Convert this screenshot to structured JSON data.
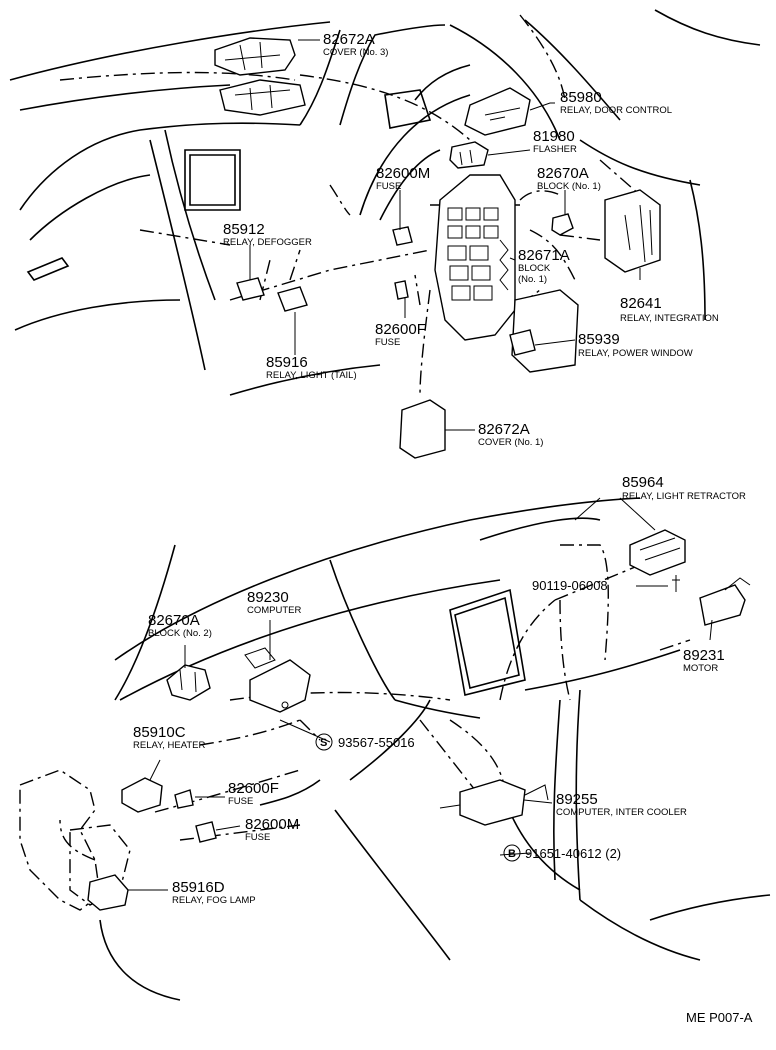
{
  "diagram_code": "ME P007-A",
  "parts": [
    {
      "id": "p1",
      "number": "82672A",
      "name": "COVER (No. 3)"
    },
    {
      "id": "p2",
      "number": "85980",
      "name": "RELAY, DOOR CONTROL"
    },
    {
      "id": "p3",
      "number": "81980",
      "name": "FLASHER"
    },
    {
      "id": "p4",
      "number": "82600M",
      "name": "FUSE"
    },
    {
      "id": "p5",
      "number": "82670A",
      "name": "BLOCK (No. 1)"
    },
    {
      "id": "p6",
      "number": "85912",
      "name": "RELAY, DEFOGGER"
    },
    {
      "id": "p7",
      "number": "82671A",
      "name": "BLOCK",
      "name2": "(No. 1)"
    },
    {
      "id": "p8",
      "number": "82641",
      "name": "RELAY, INTEGRATION"
    },
    {
      "id": "p9",
      "number": "82600F",
      "name": "FUSE"
    },
    {
      "id": "p10",
      "number": "85939",
      "name": "RELAY, POWER WINDOW"
    },
    {
      "id": "p11",
      "number": "85916",
      "name": "RELAY, LIGHT (TAIL)"
    },
    {
      "id": "p12",
      "number": "82672A",
      "name": "COVER (No. 1)"
    },
    {
      "id": "p13",
      "number": "85964",
      "name": "RELAY, LIGHT RETRACTOR"
    },
    {
      "id": "p14",
      "number": "89230",
      "name": "COMPUTER"
    },
    {
      "id": "p15",
      "number": "82670A",
      "name": "BLOCK (No. 2)"
    },
    {
      "id": "p16",
      "number": "90119-06008",
      "name": ""
    },
    {
      "id": "p17",
      "number": "89231",
      "name": "MOTOR"
    },
    {
      "id": "p18",
      "number": "85910C",
      "name": "RELAY, HEATER"
    },
    {
      "id": "p19",
      "number": "93567-55016",
      "name": "",
      "symbol": "S"
    },
    {
      "id": "p20",
      "number": "82600F",
      "name": "FUSE"
    },
    {
      "id": "p21",
      "number": "89255",
      "name": "COMPUTER, INTER COOLER"
    },
    {
      "id": "p22",
      "number": "82600M",
      "name": "FUSE"
    },
    {
      "id": "p23",
      "number": "91651-40612 (2)",
      "name": "",
      "symbol": "B"
    },
    {
      "id": "p24",
      "number": "85916D",
      "name": "RELAY, FOG LAMP"
    }
  ]
}
